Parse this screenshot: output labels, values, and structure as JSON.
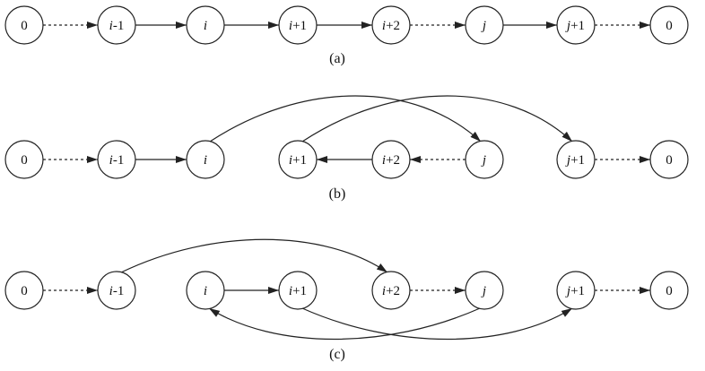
{
  "panels": [
    {
      "id": "a",
      "caption": "(a)",
      "nodes": [
        {
          "id": "0L",
          "label": [
            [
              "0",
              false
            ]
          ]
        },
        {
          "id": "im1",
          "label": [
            [
              "i",
              true
            ],
            [
              "-1",
              false
            ]
          ]
        },
        {
          "id": "i",
          "label": [
            [
              "i",
              true
            ]
          ]
        },
        {
          "id": "ip1",
          "label": [
            [
              "i",
              true
            ],
            [
              "+1",
              false
            ]
          ]
        },
        {
          "id": "ip2",
          "label": [
            [
              "i",
              true
            ],
            [
              "+2",
              false
            ]
          ]
        },
        {
          "id": "j",
          "label": [
            [
              "j",
              true
            ]
          ]
        },
        {
          "id": "jp1",
          "label": [
            [
              "j",
              true
            ],
            [
              "+1",
              false
            ]
          ]
        },
        {
          "id": "0R",
          "label": [
            [
              "0",
              false
            ]
          ]
        }
      ],
      "edges": [
        {
          "from": "0L",
          "to": "im1",
          "style": "dashed"
        },
        {
          "from": "im1",
          "to": "i",
          "style": "solid"
        },
        {
          "from": "i",
          "to": "ip1",
          "style": "solid"
        },
        {
          "from": "ip1",
          "to": "ip2",
          "style": "solid"
        },
        {
          "from": "ip2",
          "to": "j",
          "style": "dashed"
        },
        {
          "from": "j",
          "to": "jp1",
          "style": "solid"
        },
        {
          "from": "jp1",
          "to": "0R",
          "style": "dashed"
        }
      ]
    },
    {
      "id": "b",
      "caption": "(b)",
      "nodes": [
        {
          "id": "0L",
          "label": [
            [
              "0",
              false
            ]
          ]
        },
        {
          "id": "im1",
          "label": [
            [
              "i",
              true
            ],
            [
              "-1",
              false
            ]
          ]
        },
        {
          "id": "i",
          "label": [
            [
              "i",
              true
            ]
          ]
        },
        {
          "id": "ip1",
          "label": [
            [
              "i",
              true
            ],
            [
              "+1",
              false
            ]
          ]
        },
        {
          "id": "ip2",
          "label": [
            [
              "i",
              true
            ],
            [
              "+2",
              false
            ]
          ]
        },
        {
          "id": "j",
          "label": [
            [
              "j",
              true
            ]
          ]
        },
        {
          "id": "jp1",
          "label": [
            [
              "j",
              true
            ],
            [
              "+1",
              false
            ]
          ]
        },
        {
          "id": "0R",
          "label": [
            [
              "0",
              false
            ]
          ]
        }
      ],
      "edges": [
        {
          "from": "0L",
          "to": "im1",
          "style": "dashed"
        },
        {
          "from": "im1",
          "to": "i",
          "style": "solid"
        },
        {
          "from": "i",
          "to": "j",
          "style": "solid",
          "arc": "over"
        },
        {
          "from": "ip1",
          "to": "jp1",
          "style": "solid",
          "arc": "over"
        },
        {
          "from": "ip2",
          "to": "ip1",
          "style": "solid"
        },
        {
          "from": "j",
          "to": "ip2",
          "style": "dashed"
        },
        {
          "from": "jp1",
          "to": "0R",
          "style": "dashed"
        }
      ]
    },
    {
      "id": "c",
      "caption": "(c)",
      "nodes": [
        {
          "id": "0L",
          "label": [
            [
              "0",
              false
            ]
          ]
        },
        {
          "id": "im1",
          "label": [
            [
              "i",
              true
            ],
            [
              "-1",
              false
            ]
          ]
        },
        {
          "id": "i",
          "label": [
            [
              "i",
              true
            ]
          ]
        },
        {
          "id": "ip1",
          "label": [
            [
              "i",
              true
            ],
            [
              "+1",
              false
            ]
          ]
        },
        {
          "id": "ip2",
          "label": [
            [
              "i",
              true
            ],
            [
              "+2",
              false
            ]
          ]
        },
        {
          "id": "j",
          "label": [
            [
              "j",
              true
            ]
          ]
        },
        {
          "id": "jp1",
          "label": [
            [
              "j",
              true
            ],
            [
              "+1",
              false
            ]
          ]
        },
        {
          "id": "0R",
          "label": [
            [
              "0",
              false
            ]
          ]
        }
      ],
      "edges": [
        {
          "from": "0L",
          "to": "im1",
          "style": "dashed"
        },
        {
          "from": "im1",
          "to": "ip2",
          "style": "solid",
          "arc": "over"
        },
        {
          "from": "i",
          "to": "ip1",
          "style": "solid"
        },
        {
          "from": "ip2",
          "to": "j",
          "style": "dashed"
        },
        {
          "from": "j",
          "to": "i",
          "style": "solid",
          "arc": "under"
        },
        {
          "from": "ip1",
          "to": "jp1",
          "style": "solid",
          "arc": "under"
        },
        {
          "from": "jp1",
          "to": "0R",
          "style": "dashed"
        }
      ]
    }
  ]
}
